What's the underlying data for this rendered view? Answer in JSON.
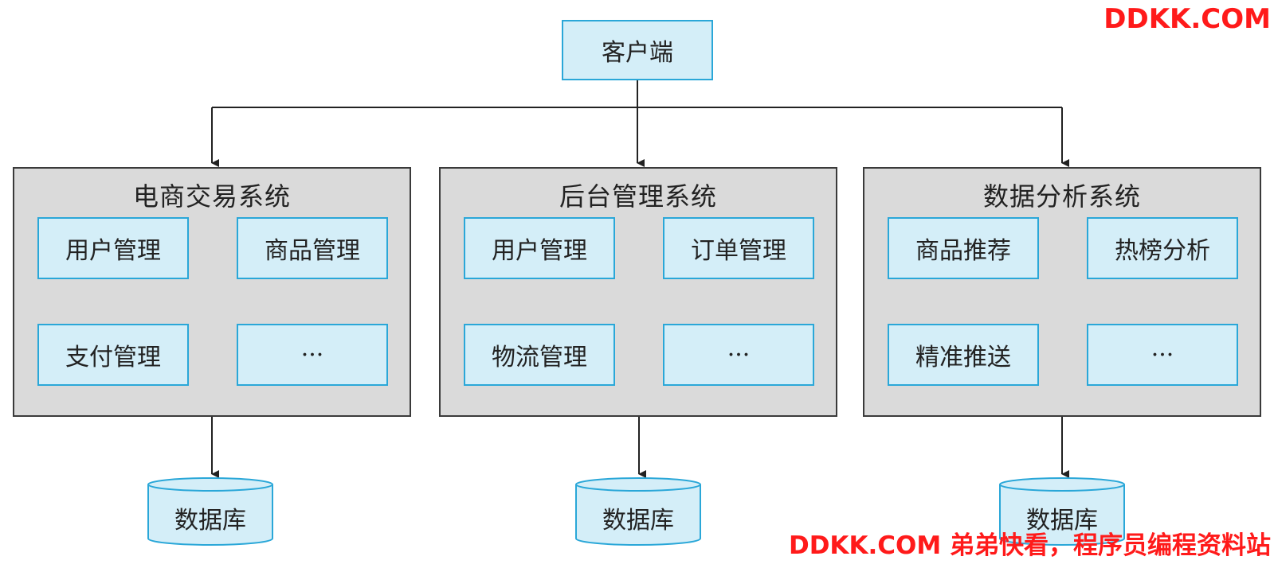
{
  "client": {
    "label": "客户端"
  },
  "systems": [
    {
      "title": "电商交易系统",
      "modules": [
        "用户管理",
        "商品管理",
        "支付管理",
        "···"
      ],
      "database": "数据库"
    },
    {
      "title": "后台管理系统",
      "modules": [
        "用户管理",
        "订单管理",
        "物流管理",
        "···"
      ],
      "database": "数据库"
    },
    {
      "title": "数据分析系统",
      "modules": [
        "商品推荐",
        "热榜分析",
        "精准推送",
        "···"
      ],
      "database": "数据库"
    }
  ],
  "watermarks": {
    "top": "DDKK.COM",
    "bottom": "DDKK.COM 弟弟快看，程序员编程资料站"
  },
  "colors": {
    "module_fill": "#d4eef8",
    "module_border": "#2aa7d8",
    "system_fill": "#dadada",
    "watermark": "#ff1a1a"
  }
}
